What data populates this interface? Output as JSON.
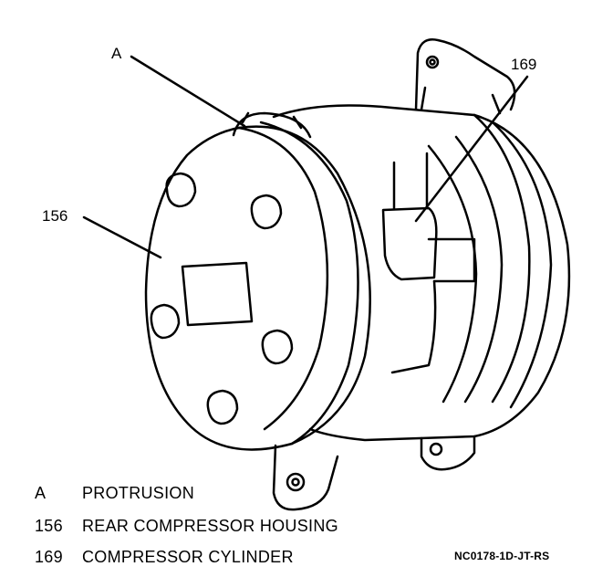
{
  "callouts": [
    {
      "id": "A"
    },
    {
      "id": "156"
    },
    {
      "id": "169"
    }
  ],
  "legend": [
    {
      "key": "A",
      "text": "PROTRUSION"
    },
    {
      "key": "156",
      "text": "REAR COMPRESSOR HOUSING"
    },
    {
      "key": "169",
      "text": "COMPRESSOR CYLINDER"
    }
  ],
  "figure_code": "NC0178-1D-JT-RS"
}
